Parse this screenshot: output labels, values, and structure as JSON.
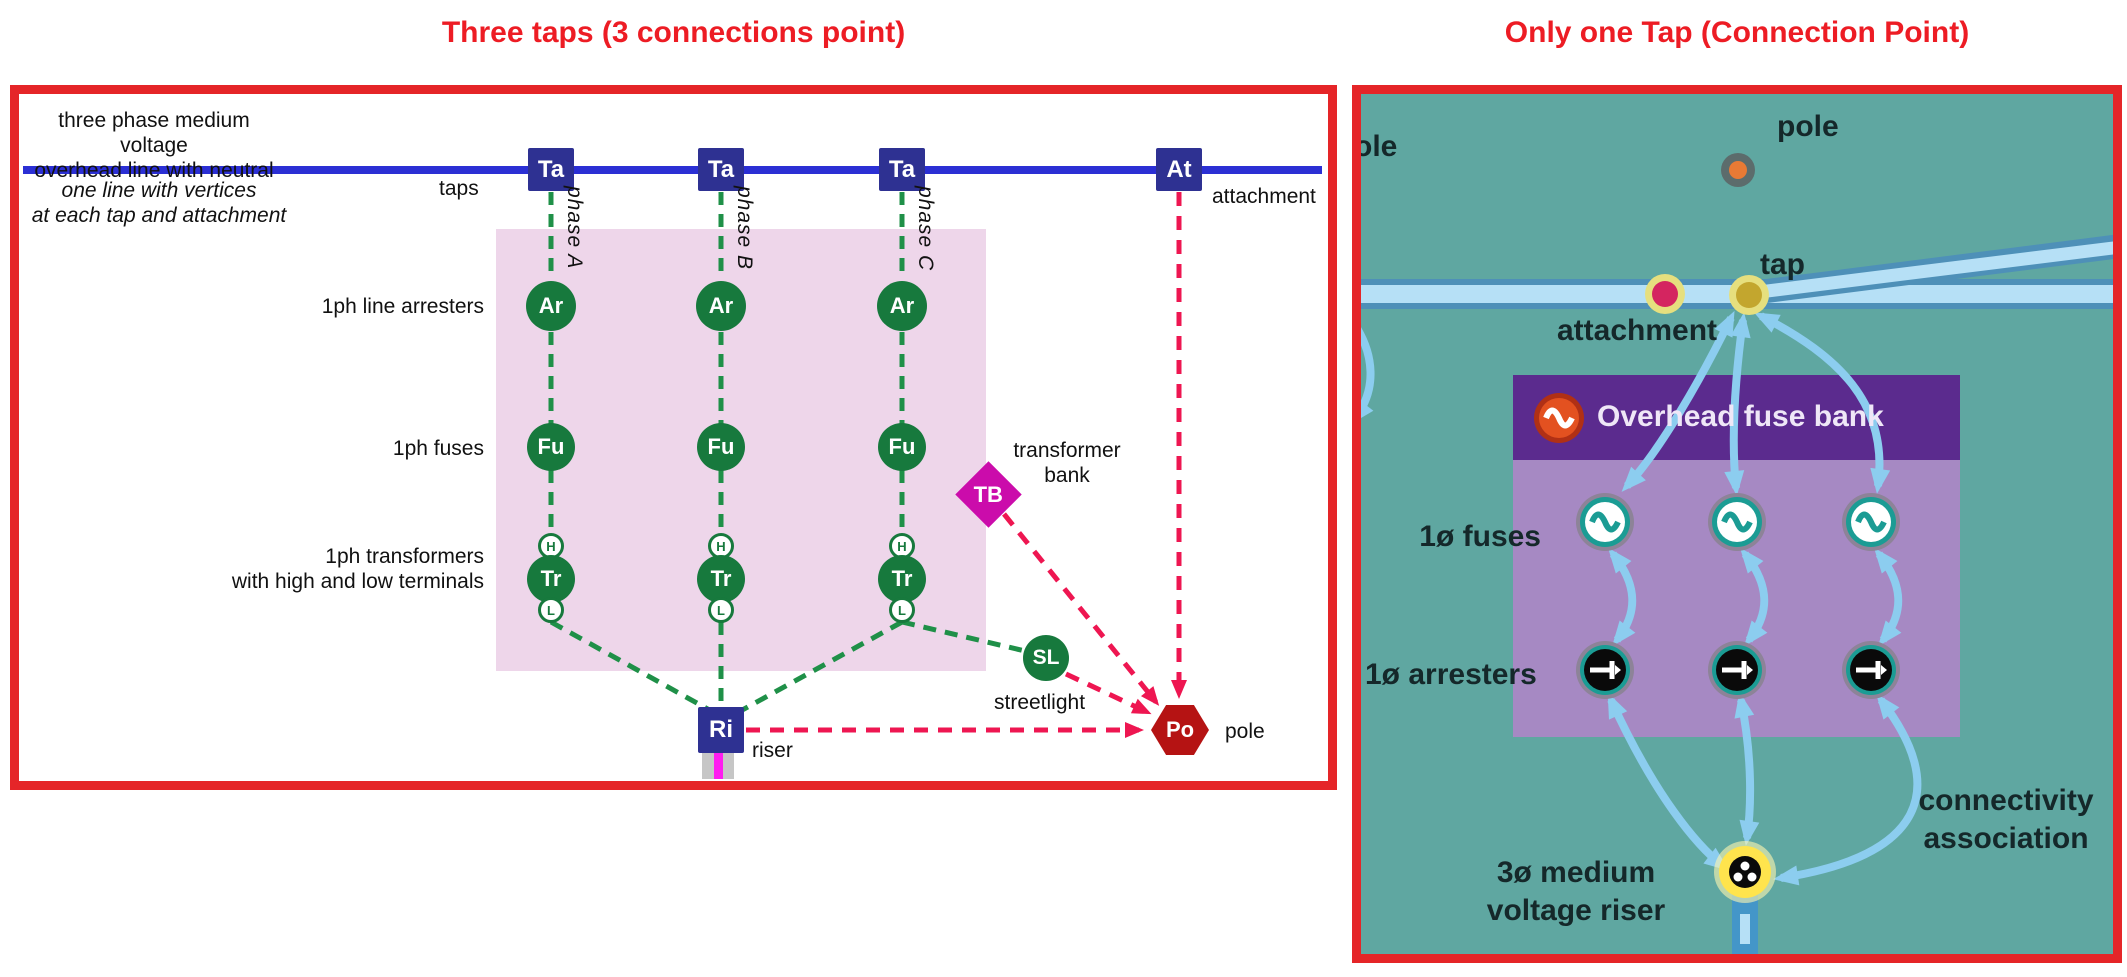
{
  "left": {
    "title": "Three taps (3 connections point)",
    "overhead_caption_1": "three phase medium voltage",
    "overhead_caption_2": "overhead line with neutral",
    "vertices_caption_1": "one line with vertices",
    "vertices_caption_2": "at each tap and attachment",
    "taps_label": "taps",
    "attachment_label": "attachment",
    "taps": [
      "Ta",
      "Ta",
      "Ta"
    ],
    "attachment_node": "At",
    "phases": [
      "phase A",
      "phase B",
      "phase C"
    ],
    "row_arresters": "1ph line arresters",
    "row_fuses": "1ph fuses",
    "row_transformers_1": "1ph transformers",
    "row_transformers_2": "with high and low terminals",
    "arresters": [
      "Ar",
      "Ar",
      "Ar"
    ],
    "fuses": [
      "Fu",
      "Fu",
      "Fu"
    ],
    "transformers": [
      "Tr",
      "Tr",
      "Tr"
    ],
    "high_terminal": "H",
    "low_terminal": "L",
    "transformer_bank_node": "TB",
    "transformer_bank_label_1": "transformer",
    "transformer_bank_label_2": "bank",
    "streetlight_node": "SL",
    "streetlight_label": "streetlight",
    "riser_node": "Ri",
    "riser_label": "riser",
    "pole_node": "Po",
    "pole_label": "pole"
  },
  "right": {
    "title": "Only one Tap (Connection Point)",
    "pole_partial_label": "ole",
    "pole_label": "pole",
    "tap_label": "tap",
    "attachment_label": "attachment",
    "fuse_bank_label": "Overhead fuse bank",
    "fuses_label": "1ø fuses",
    "arresters_label": "1ø arresters",
    "riser_label_1": "3ø medium",
    "riser_label_2": "voltage riser",
    "connectivity_label_1": "connectivity",
    "connectivity_label_2": "association"
  },
  "colors": {
    "red-border": "#e52528",
    "red-text": "#ed1c24",
    "navy": "#2e3192",
    "green": "#17793d",
    "green-dash": "#1f9048",
    "pink-rect": "#eed6ea",
    "red-dash": "#ee1651",
    "magenta": "#cb0cab",
    "dark-red": "#b51313",
    "blue-line": "#2b2fd4",
    "teal-bg": "#5fa7a1",
    "lavender": "#a689c3",
    "purple": "#5b2b8e",
    "arrow": "#8ccdef",
    "line-light": "#b6e0f6",
    "line-dark": "#4e90b8",
    "tap-yellow": "#c3a62e",
    "att-pink": "#d42560",
    "node-teal": "#1b9c94",
    "riser-yellow": "#ffe44d",
    "cable": "#4496c8",
    "orange-icon": "#e35120",
    "pole-gray": "#5c6c6c",
    "pole-orange": "#e87a35"
  }
}
